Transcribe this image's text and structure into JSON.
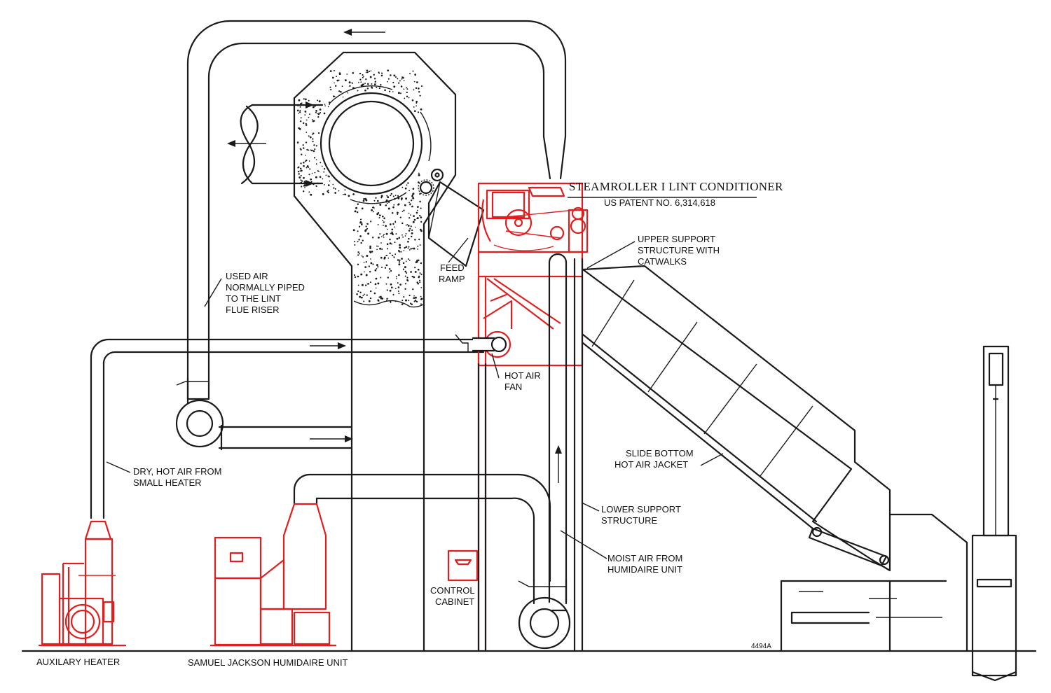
{
  "colors": {
    "line": "#1a1a1a",
    "equipment_red": "#e11e1e",
    "background": "#ffffff"
  },
  "title": {
    "name": "STEAMROLLER I LINT CONDITIONER",
    "patent": "US PATENT NO. 6,314,618"
  },
  "labels": {
    "upper_support": [
      "UPPER SUPPORT",
      "STRUCTURE WITH",
      "CATWALKS"
    ],
    "feed_ramp": [
      "FEED",
      "RAMP"
    ],
    "used_air": [
      "USED AIR",
      "NORMALLY PIPED",
      "TO THE LINT",
      "FLUE RISER"
    ],
    "hot_air_fan": [
      "HOT AIR",
      "FAN"
    ],
    "slide_bottom": [
      "SLIDE BOTTOM",
      "HOT AIR JACKET"
    ],
    "dry_hot_air": [
      "DRY, HOT AIR FROM",
      "SMALL HEATER"
    ],
    "lower_support": [
      "LOWER SUPPORT",
      "STRUCTURE"
    ],
    "moist_air": [
      "MOIST AIR FROM",
      "HUMIDAIRE UNIT"
    ],
    "control_cabinet": [
      "CONTROL",
      "CABINET"
    ],
    "auxilary_heater": "AUXILARY HEATER",
    "humidaire_unit": "SAMUEL JACKSON HUMIDAIRE UNIT",
    "drawing_no": "4494A"
  }
}
